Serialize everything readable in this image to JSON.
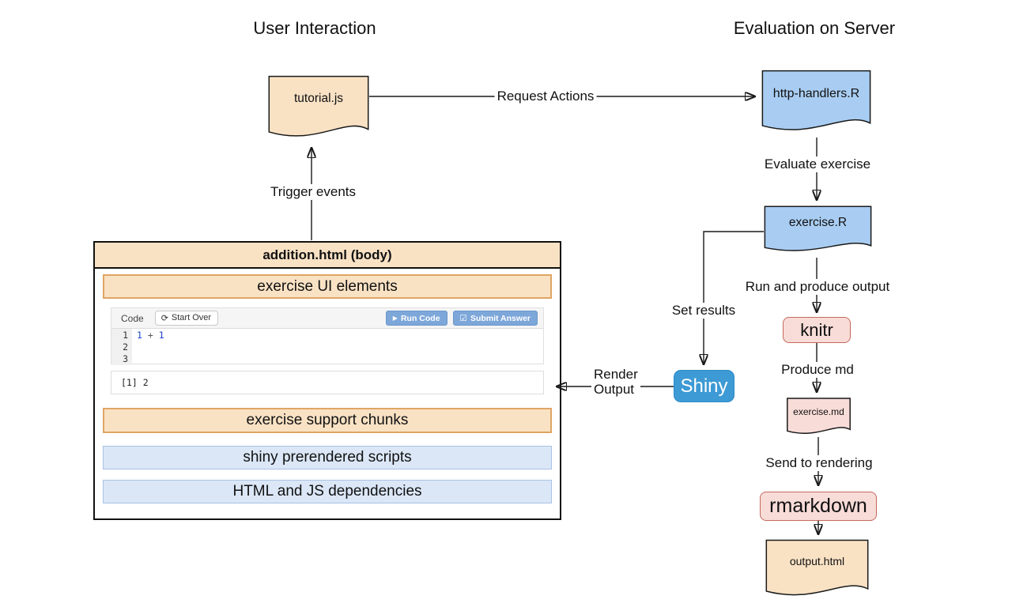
{
  "titles": {
    "user_interaction": "User Interaction",
    "evaluation_on_server": "Evaluation on Server"
  },
  "nodes": {
    "tutorial_js": {
      "label": "tutorial.js",
      "shape": "document",
      "color": "#f9e2c4"
    },
    "http_handlers": {
      "label": "http-handlers.R",
      "shape": "document",
      "color": "#a9cdf2"
    },
    "exercise_r": {
      "label": "exercise.R",
      "shape": "document",
      "color": "#a9cdf2"
    },
    "knitr": {
      "label": "knitr",
      "shape": "rounded-box",
      "color": "#f8dcd8"
    },
    "exercise_md": {
      "label": "exercise.md",
      "shape": "document",
      "color": "#f8dcd8"
    },
    "rmarkdown": {
      "label": "rmarkdown",
      "shape": "rounded-box",
      "color": "#f8dcd8"
    },
    "output_html": {
      "label": "output.html",
      "shape": "document",
      "color": "#f9e2c4"
    },
    "shiny": {
      "label": "Shiny",
      "shape": "rounded-box",
      "color": "#3d9ad5"
    }
  },
  "edges": {
    "request_actions": "Request Actions",
    "evaluate_exercise": "Evaluate exercise",
    "run_and_produce_output": "Run and produce output",
    "produce_md": "Produce md",
    "send_to_rendering": "Send to rendering",
    "set_results": "Set results",
    "render_output_line1": "Render",
    "render_output_line2": "Output",
    "trigger_events": "Trigger events"
  },
  "panel": {
    "header": "addition.html (body)",
    "sections": {
      "ui": "exercise UI elements",
      "support": "exercise support chunks",
      "shiny_scripts": "shiny prerendered scripts",
      "deps": "HTML and JS dependencies"
    },
    "editor": {
      "code_label": "Code",
      "start_over": "Start Over",
      "run_code": "Run Code",
      "submit_answer": "Submit Answer",
      "line_numbers": {
        "n1": "1",
        "n2": "2",
        "n3": "3"
      },
      "code_tokens": {
        "a": "1",
        "b": "+",
        "c": "1"
      },
      "output": "[1] 2"
    }
  },
  "icons": {
    "refresh": "⟳",
    "play": "▶",
    "checkbox": "☑"
  },
  "colors": {
    "tan_fill": "#f9e2c4",
    "tan_border": "#dfa564",
    "blue_doc_fill": "#a9cdf2",
    "light_blue_fill": "#dbe7f7",
    "light_blue_border": "#a9c2e4",
    "pink_fill": "#f8dcd8",
    "pink_border": "#c4695c",
    "shiny_blue": "#3d9ad5",
    "button_blue": "#7da7d9",
    "line_color": "#1a1a1a"
  }
}
